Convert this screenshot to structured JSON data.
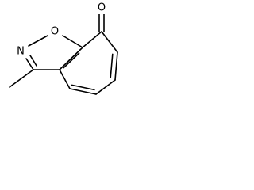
{
  "diagram": {
    "type": "chemical-structure",
    "atoms": {
      "carbonyl_oxygen": "O",
      "ring_oxygen": "O",
      "ring_nitrogen": "N"
    },
    "colors": {
      "bonds": "#000000",
      "labels": "#000000",
      "background": "#ffffff"
    }
  }
}
